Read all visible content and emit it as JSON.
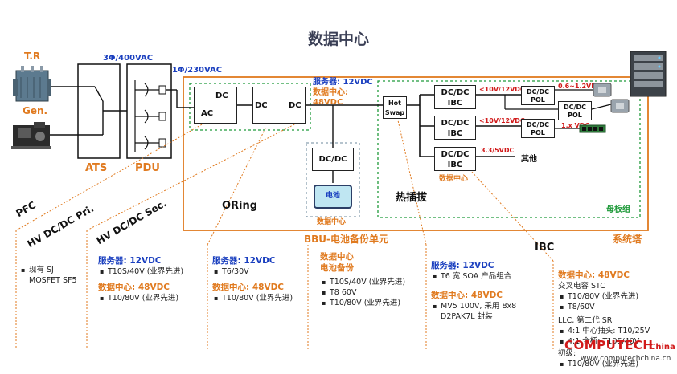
{
  "title": "数据中心",
  "sources": {
    "tr": "T.R",
    "gen": "Gen."
  },
  "voltages": {
    "three_phase": "3Φ/400VAC",
    "single_phase": "1Φ/230VAC"
  },
  "ats_label": "ATS",
  "pdu_label": "PDU",
  "blocks": {
    "dc_top": "DC",
    "ac": "AC",
    "dc_left": "DC",
    "dc_right": "DC",
    "hot_swap_1": "Hot",
    "hot_swap_2": "Swap",
    "dcdc": "DC/DC",
    "ibc": "IBC",
    "pol": "POL",
    "battery": "电池"
  },
  "bus_labels": {
    "server": "服务器: 12VDC",
    "datacenter": "数据中心:",
    "datacenter_v": "48VDC"
  },
  "ibc_outputs": {
    "out1": "<10V/12VDC",
    "out2": "<10V/12VDC",
    "out3": "3.3/5VDC",
    "pol1": "0.6~1.2VDC",
    "pol2": "1.x VDC",
    "other": "其他",
    "datacenter_under": "数据中心"
  },
  "region_labels": {
    "motherboard": "母板组",
    "system_tower": "系统塔",
    "hot_plug": "热插拔",
    "bbu": "BBU-电池备份单元",
    "bbu_dc": "数据中心",
    "oring": "ORing",
    "pfc": "PFC",
    "hv_pri": "HV DC/DC Pri.",
    "hv_sec": "HV DC/DC Sec.",
    "ibc": "IBC"
  },
  "columns": {
    "pfc": {
      "items": [
        "现有 SJ MOSFET SF5"
      ]
    },
    "hv_sec": {
      "h1": "服务器: 12VDC",
      "l1": [
        "T10S/40V (业界先进)"
      ],
      "h2": "数据中心: 48VDC",
      "l2": [
        "T10/80V (业界先进)"
      ]
    },
    "oring": {
      "h1": "服务器: 12VDC",
      "l1": [
        "T6/30V"
      ],
      "h2": "数据中心: 48VDC",
      "l2": [
        "T10/80V (业界先进)"
      ]
    },
    "bbu": {
      "h1a": "数据中心",
      "h1b": "电池备份",
      "l1": [
        "T10S/40V (业界先进)",
        "T8 60V",
        "T10/80V (业界先进)"
      ]
    },
    "hotplug": {
      "h1": "服务器: 12VDC",
      "l1": [
        "T6 宽 SOA 产品组合"
      ],
      "h2": "数据中心: 48VDC",
      "l2": [
        "MV5 100V, 采用 8x8 D2PAK7L 封装"
      ]
    },
    "ibc": {
      "h1": "数据中心: 48VDC",
      "p1": "交叉电容 STC",
      "l1": [
        "T10/80V (业界先进)",
        "T8/60V"
      ],
      "p2": "LLC, 第二代 SR",
      "l2": [
        "4:1 中心抽头: T10/25V",
        "4:1 全桥: T10S/40V"
      ],
      "p3": "初级: ",
      "l3": [
        "T10/80V (业界先进)"
      ]
    }
  },
  "watermark": {
    "brand": "COMPUTECH",
    "suffix": "China",
    "url": "www.computechchina.cn"
  },
  "colors": {
    "orange": "#e07a1f",
    "green": "#1f9a3a",
    "blue": "#1a3fbf",
    "red": "#d11a1a"
  }
}
